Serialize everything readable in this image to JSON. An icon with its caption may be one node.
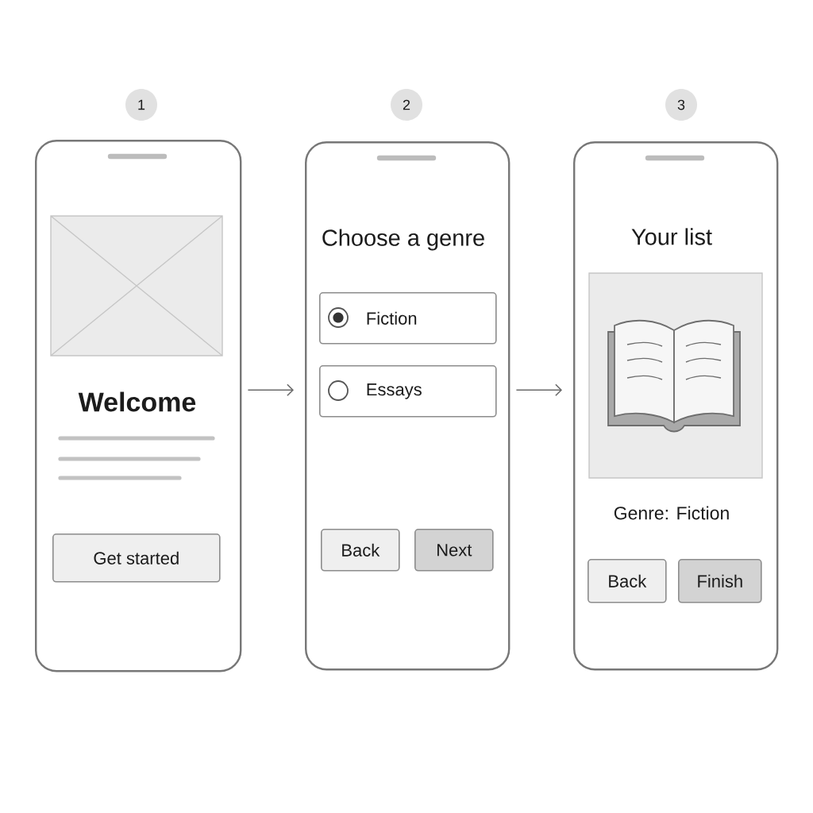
{
  "diagram": {
    "nodes": [
      {
        "text": [
          "1"
        ]
      },
      {
        "text": [
          "2"
        ]
      },
      {
        "text": [
          "3"
        ]
      },
      {
        "text": [
          "Welcome"
        ]
      },
      {
        "text": [
          "Get started"
        ],
        "in": 3
      },
      {
        "text": [
          "Choose a genre"
        ]
      },
      {
        "text": [
          "Fiction"
        ],
        "in": 5
      },
      {
        "text": [
          "Essays"
        ],
        "in": 5
      },
      {
        "text": [
          "Back"
        ],
        "in": 5
      },
      {
        "text": [
          "Next"
        ],
        "in": 5
      },
      {
        "text": [
          "Your list",
          "Genre: Fiction"
        ]
      },
      {
        "text": [
          "Back"
        ],
        "in": 10
      },
      {
        "text": [
          "Finish"
        ],
        "in": 10
      }
    ],
    "edges": [
      {
        "from": 3,
        "to": 5,
        "arrow": "to"
      },
      {
        "from": 5,
        "to": 10,
        "arrow": "to"
      }
    ]
  }
}
